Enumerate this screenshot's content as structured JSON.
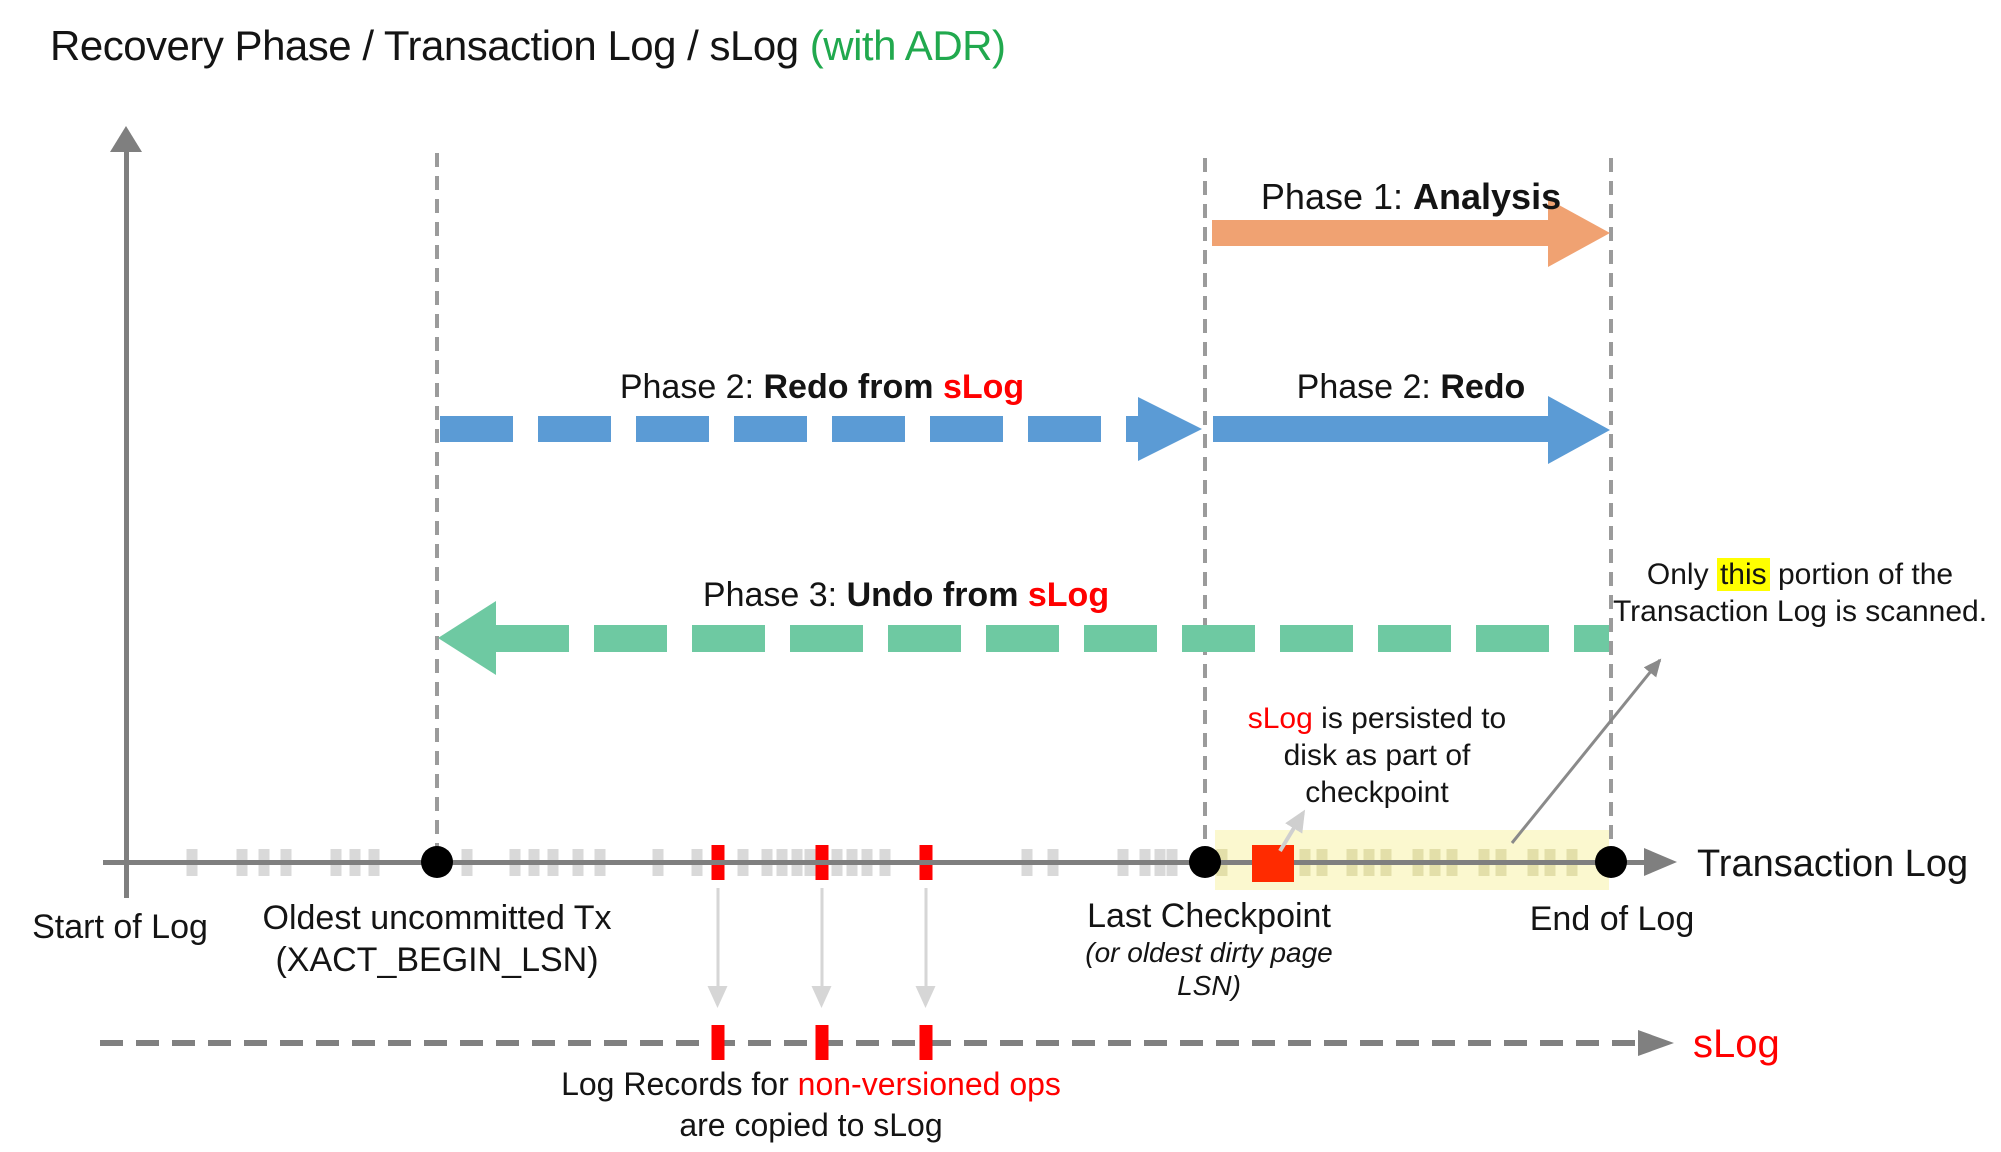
{
  "title": {
    "main": "Recovery Phase / Transaction Log / sLog ",
    "accent": "(with ADR)"
  },
  "phases": {
    "p1": {
      "prefix": "Phase 1: ",
      "bold": "Analysis"
    },
    "p2_slog": {
      "prefix": "Phase 2: ",
      "bold": "Redo from ",
      "red": "sLog"
    },
    "p2": {
      "prefix": "Phase 2: ",
      "bold": "Redo"
    },
    "p3": {
      "prefix": "Phase 3: ",
      "bold": "Undo from ",
      "red": "sLog"
    }
  },
  "scan_note": {
    "pre": "Only ",
    "highlight": "this",
    "post": " portion of the",
    "line2": "Transaction Log is scanned."
  },
  "persist_note": {
    "red": "sLog",
    "line1_rest": " is persisted to",
    "line2": "disk as part of",
    "line3": "checkpoint"
  },
  "copy_note": {
    "line1_black": "Log Records for ",
    "line1_red": "non-versioned ops",
    "line2": "are copied to sLog"
  },
  "axis_labels": {
    "transaction_log": "Transaction Log",
    "slog": "sLog",
    "start_of_log": "Start of Log",
    "oldest_line1": "Oldest uncommitted Tx",
    "oldest_line2": "(XACT_BEGIN_LSN)",
    "checkpoint_line1": "Last Checkpoint",
    "checkpoint_line2": "(or oldest dirty page",
    "checkpoint_line3": "LSN)",
    "end_of_log": "End of Log"
  },
  "colors": {
    "accent_green": "#21A94E",
    "phase1_orange": "#F0A272",
    "phase2_blue": "#5B9BD5",
    "phase3_green": "#6EC9A2",
    "red": "#FF0000",
    "red_square": "#FF2B00",
    "axis_gray": "#7F7F7F",
    "tick_gray": "#D9D9D9",
    "tick_khaki": "#E3DFA9",
    "scan_band_yellow": "#FBF8CF",
    "highlight_yellow": "#FFFF00"
  },
  "ticks": {
    "gray": [
      192,
      242,
      264,
      286,
      336,
      355,
      374,
      467,
      515,
      534,
      553,
      578,
      600,
      658,
      697,
      743,
      767,
      782,
      797,
      810,
      837,
      852,
      867,
      885,
      1027,
      1053,
      1123,
      1145,
      1160,
      1172
    ],
    "khaki": [
      1222,
      1305,
      1322,
      1352,
      1369,
      1386,
      1418,
      1435,
      1452,
      1484,
      1501,
      1533,
      1550,
      1572
    ],
    "red": [
      718,
      822,
      926
    ],
    "slog_red": [
      718,
      822,
      926
    ],
    "down_arrows": [
      718,
      822,
      926
    ],
    "dots": [
      437,
      1205,
      1611
    ]
  }
}
